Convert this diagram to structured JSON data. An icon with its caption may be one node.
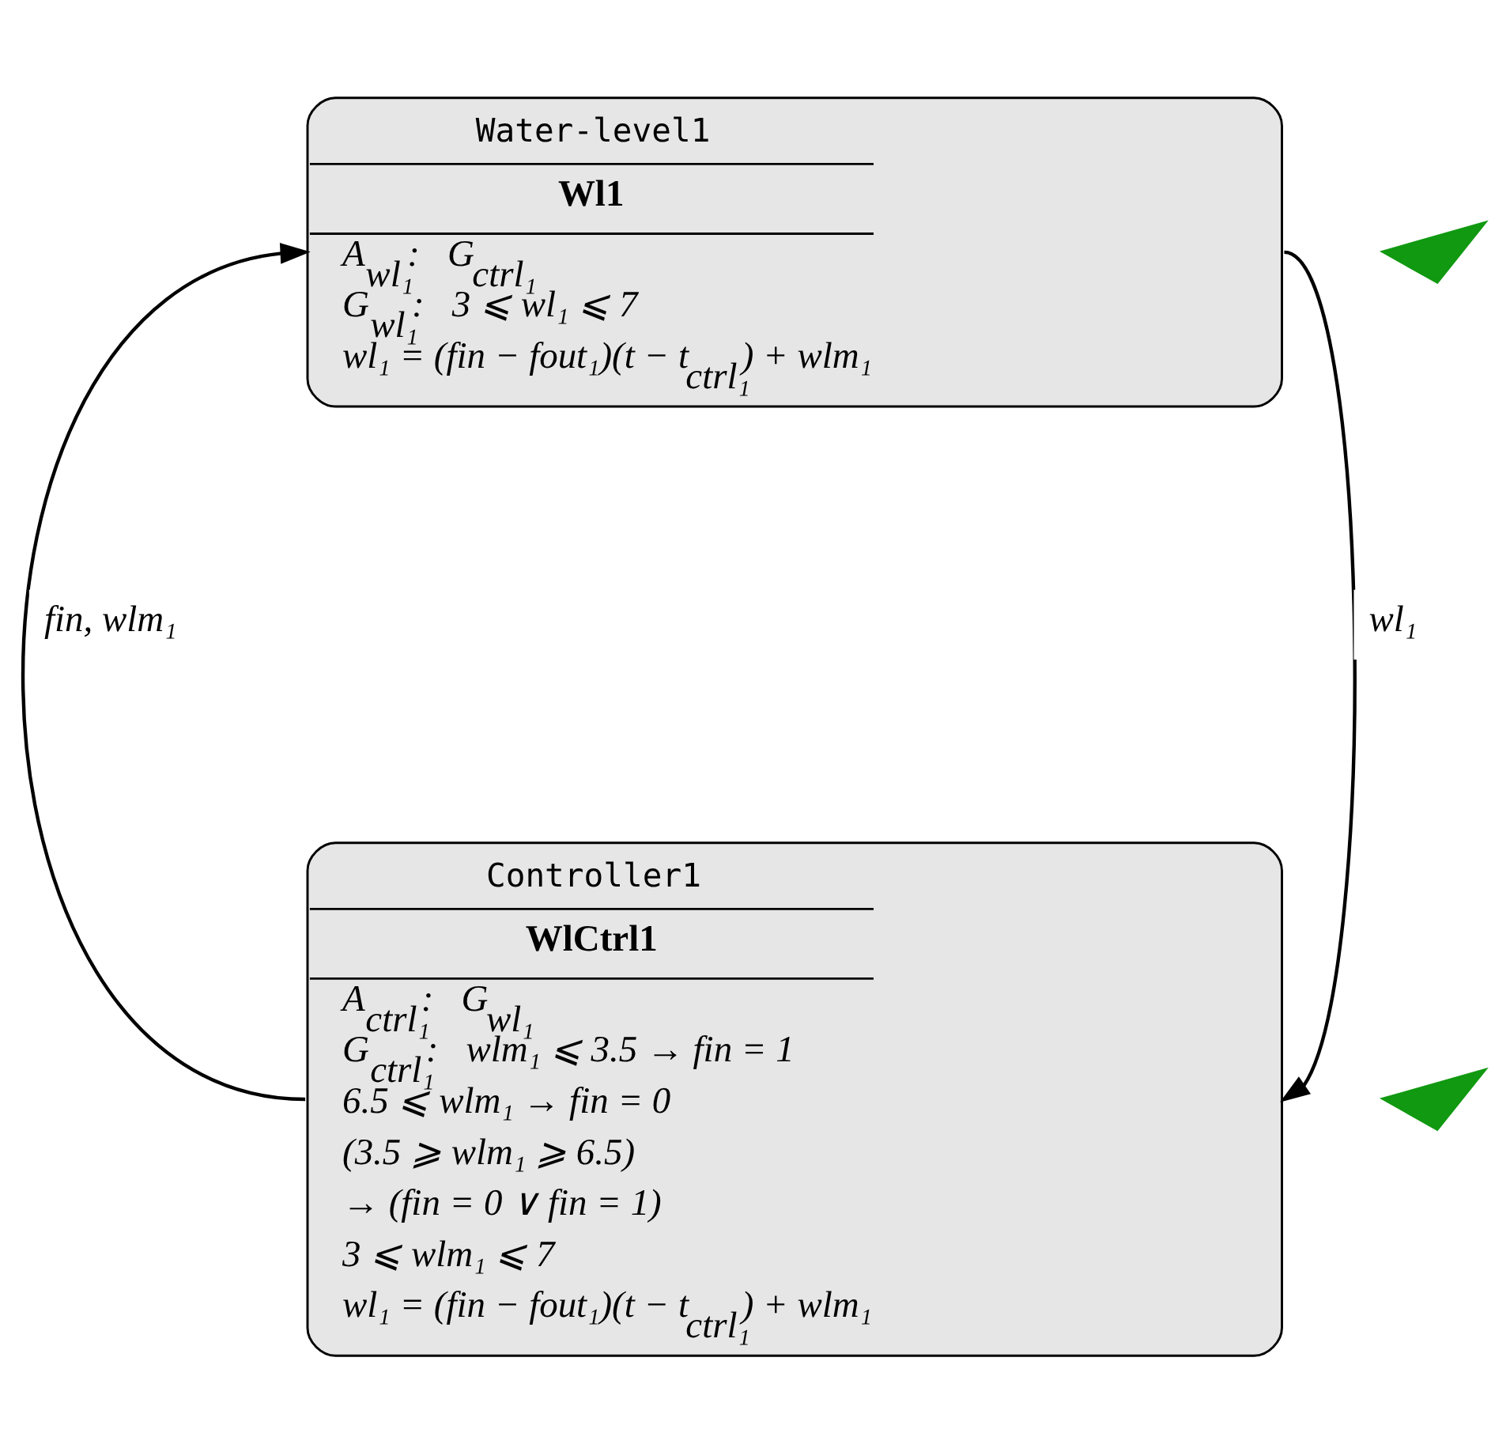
{
  "diagram": {
    "nodes": [
      {
        "text": [
          "Water-level1",
          "Wl1",
          "A$_{wl₁}$:   G$_{ctrl₁}$",
          "G$_{wl₁}$:   3 ⩽ wl₁ ⩽ 7",
          "wl₁ = (fin − fout₁)(t − t$_{ctrl₁}$) + wlm₁"
        ]
      },
      {
        "text": [
          "Controller1",
          "WlCtrl1",
          "A$_{ctrl₁}$:   G$_{wl₁}$",
          "G$_{ctrl₁}$:   wlm₁ ⩽ 3.5 → fin = 1",
          "6.5 ⩽ wlm₁ → fin = 0",
          "(3.5 ⩾ wlm₁ ⩾ 6.5)",
          "→ (fin = 0 ∨ fin = 1)",
          "3 ⩽ wlm₁ ⩽ 7",
          "wl₁ = (fin − fout₁)(t − t$_{ctrl₁}$) + wlm₁"
        ]
      },
      {
        "text": [],
        "shape": "picture"
      },
      {
        "text": [],
        "shape": "picture"
      }
    ],
    "edges": [
      {
        "from": 0,
        "to": 1,
        "arrow": "to",
        "label": "wl₁"
      },
      {
        "from": 1,
        "to": 0,
        "arrow": "to",
        "label": "fin, wlm₁"
      }
    ]
  }
}
